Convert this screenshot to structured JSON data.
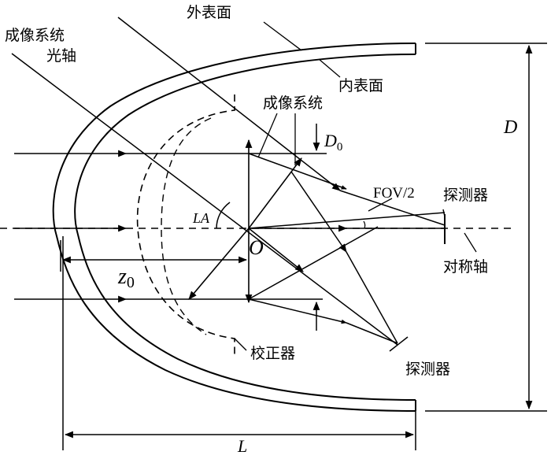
{
  "labels": {
    "outer_surface": "外表面",
    "inner_surface": "内表面",
    "imaging_axis_line1": "成像系统",
    "imaging_axis_line2": "光轴",
    "imaging_system": "成像系统",
    "d0": "D",
    "d0_sub": "0",
    "fov": "FOV/2",
    "detector_top": "探测器",
    "detector_bottom": "探测器",
    "la": "LA",
    "origin": "O",
    "z0": "z",
    "z0_sub": "0",
    "symmetry_axis": "对称轴",
    "corrector": "校正器",
    "d_dim": "D",
    "l_dim": "L"
  },
  "colors": {
    "ink": "#000000",
    "background": "#ffffff"
  }
}
